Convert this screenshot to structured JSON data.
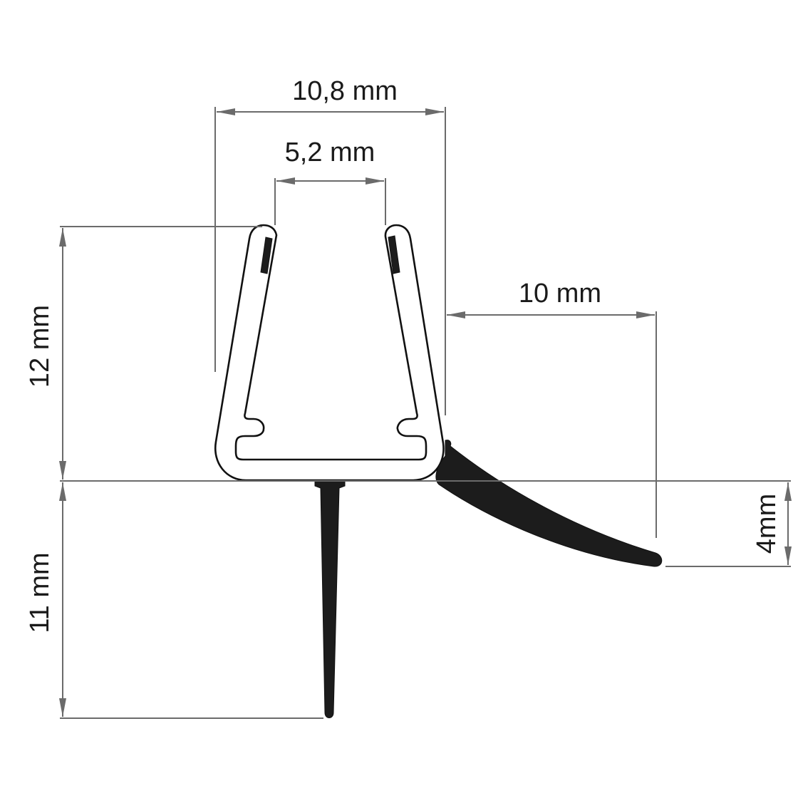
{
  "diagram": {
    "subject": "shower door seal profile cross-section",
    "colors": {
      "dimension_lines": "#6b6b6b",
      "outline": "#111111",
      "rubber_fill": "#1c1c1c",
      "background": "#ffffff"
    },
    "dimensions": {
      "overall_width": {
        "label": "10,8 mm",
        "value": 10.8,
        "unit": "mm",
        "orientation": "horizontal"
      },
      "inner_gap": {
        "label": "5,2 mm",
        "value": 5.2,
        "unit": "mm",
        "orientation": "horizontal"
      },
      "profile_height": {
        "label": "12 mm",
        "value": 12,
        "unit": "mm",
        "orientation": "vertical"
      },
      "fin_length": {
        "label": "11 mm",
        "value": 11,
        "unit": "mm",
        "orientation": "vertical"
      },
      "lip_reach": {
        "label": "10 mm",
        "value": 10,
        "unit": "mm",
        "orientation": "horizontal"
      },
      "lip_drop": {
        "label": "4mm",
        "value": 4,
        "unit": "mm",
        "orientation": "vertical"
      }
    },
    "parts": [
      {
        "name": "U-channel profile",
        "fill": "white"
      },
      {
        "name": "inner grip strips",
        "count": 2
      },
      {
        "name": "vertical fin seal",
        "fill": "black"
      },
      {
        "name": "curved deflector lip",
        "fill": "black"
      }
    ]
  }
}
